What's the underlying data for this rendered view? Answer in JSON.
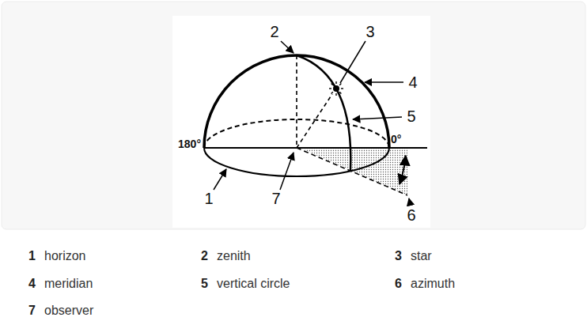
{
  "diagram": {
    "labels": [
      "2",
      "3",
      "4",
      "5",
      "180°",
      "0°",
      "1",
      "7",
      "6",
      "1",
      "horizon",
      "2",
      "zenith",
      "3",
      "star",
      "4",
      "meridian",
      "5",
      "vertical circle",
      "6",
      "azimuth",
      "7",
      "observer"
    ]
  }
}
